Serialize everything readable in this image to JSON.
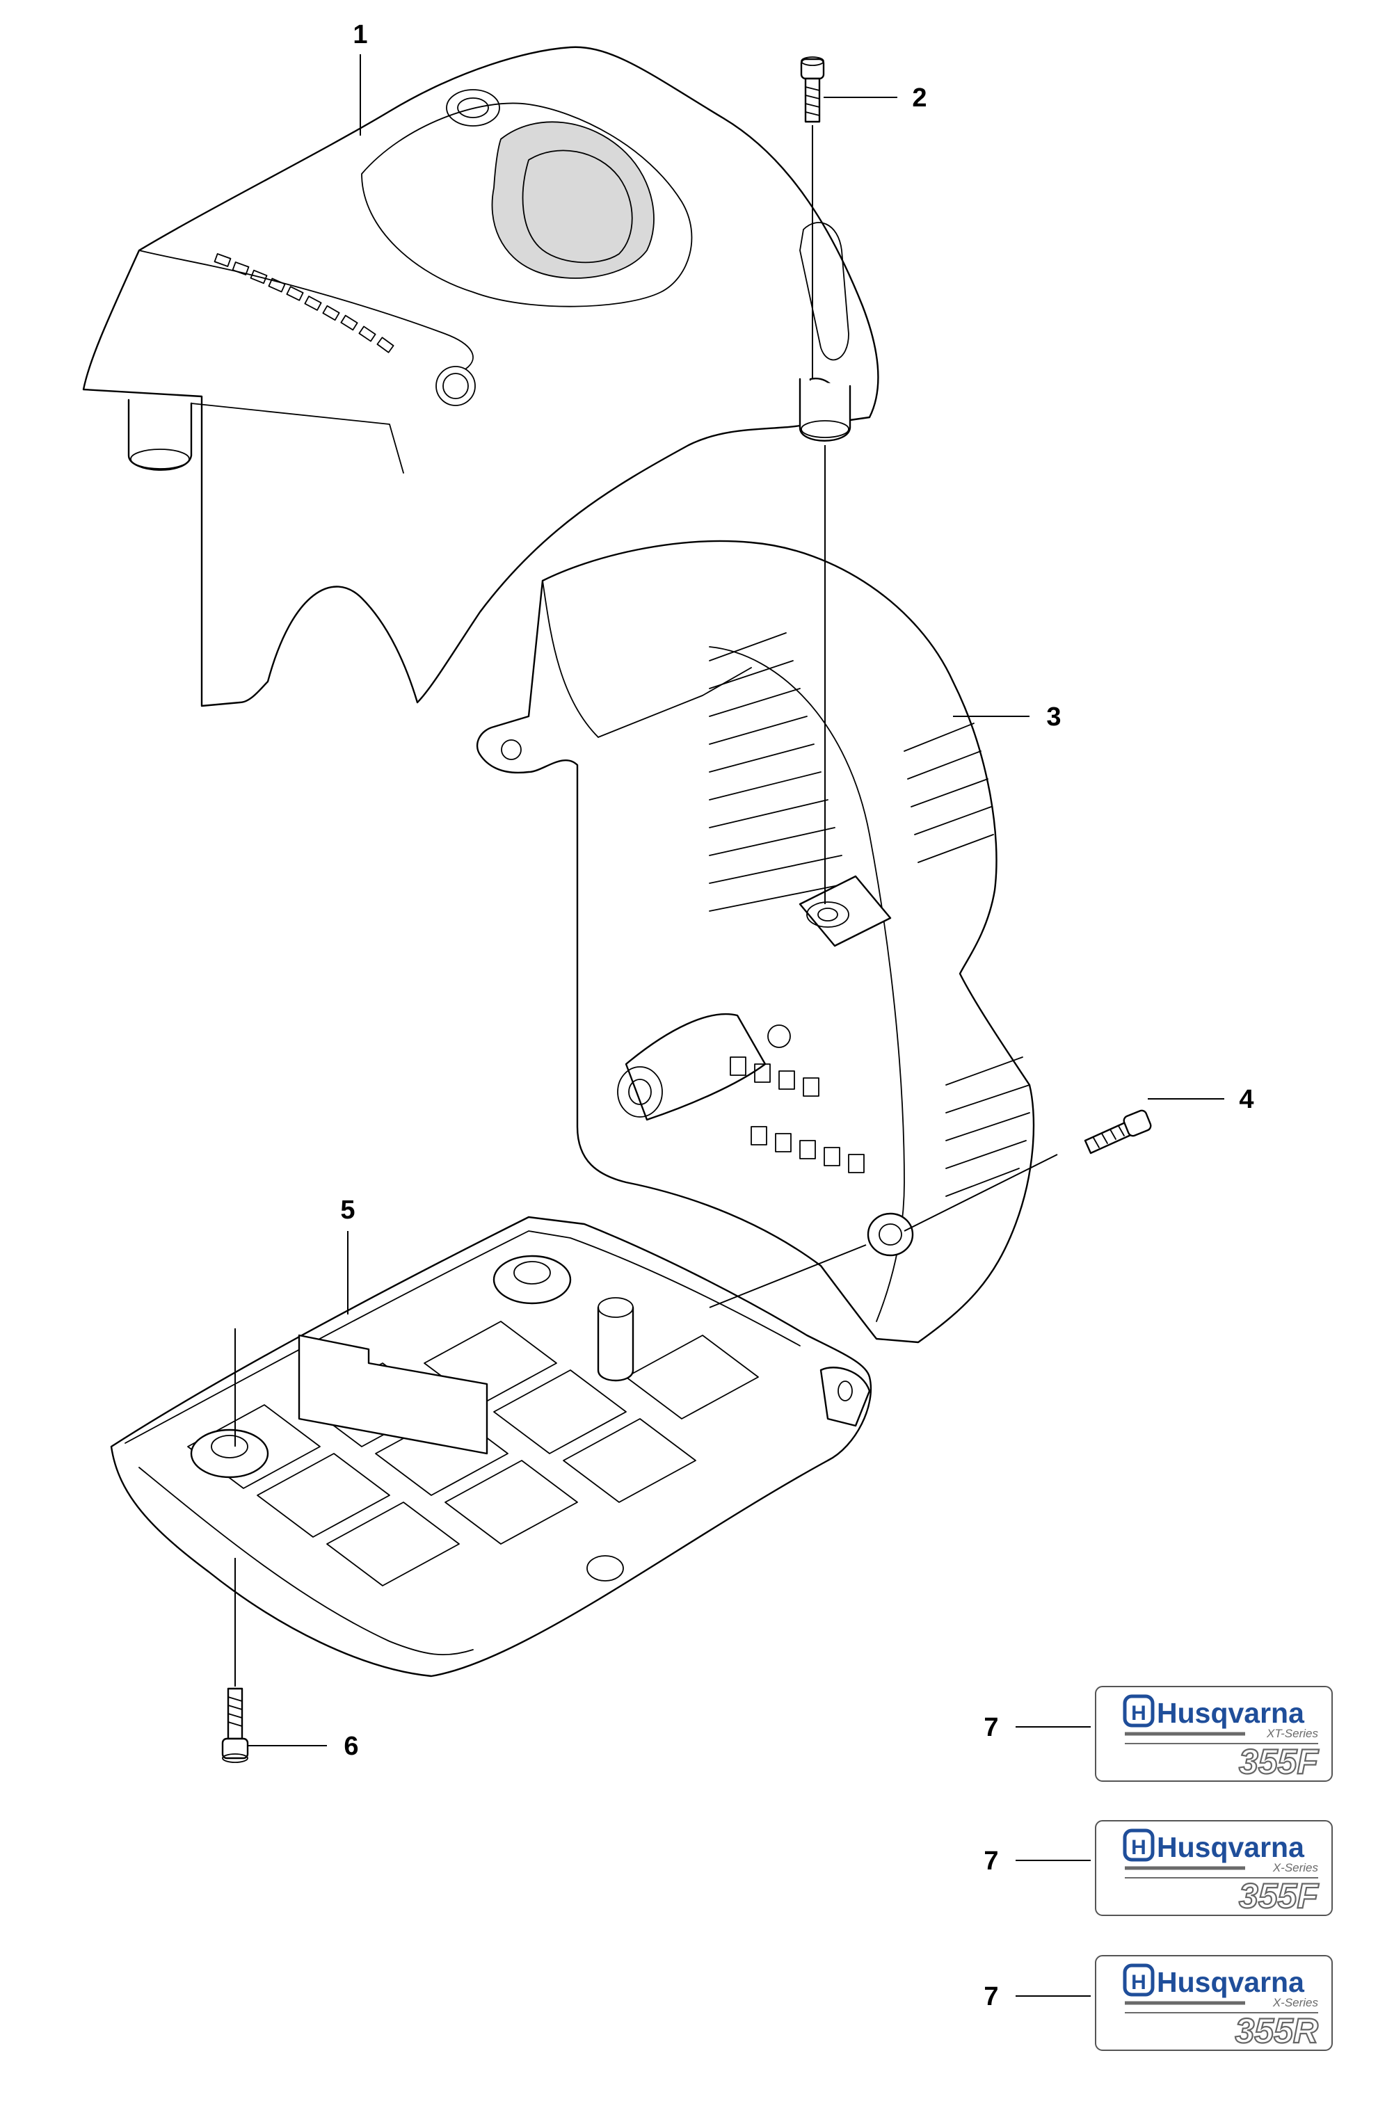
{
  "callouts": [
    {
      "id": "1",
      "label": "1"
    },
    {
      "id": "2",
      "label": "2"
    },
    {
      "id": "3",
      "label": "3"
    },
    {
      "id": "4",
      "label": "4"
    },
    {
      "id": "5",
      "label": "5"
    },
    {
      "id": "6",
      "label": "6"
    },
    {
      "id": "7a",
      "label": "7"
    },
    {
      "id": "7b",
      "label": "7"
    },
    {
      "id": "7c",
      "label": "7"
    }
  ],
  "decals": [
    {
      "brand": "Husqvarna",
      "series": "XT-Series",
      "model": "355F"
    },
    {
      "brand": "Husqvarna",
      "series": "X-Series",
      "model": "355F"
    },
    {
      "brand": "Husqvarna",
      "series": "X-Series",
      "model": "355R"
    }
  ],
  "colors": {
    "brand_blue": "#1f4e9a",
    "stroke": "#000000",
    "series_gray": "#6a6a6a",
    "decal_border": "#555555"
  },
  "icons": [
    "husqvarna-crown-logo-icon"
  ]
}
